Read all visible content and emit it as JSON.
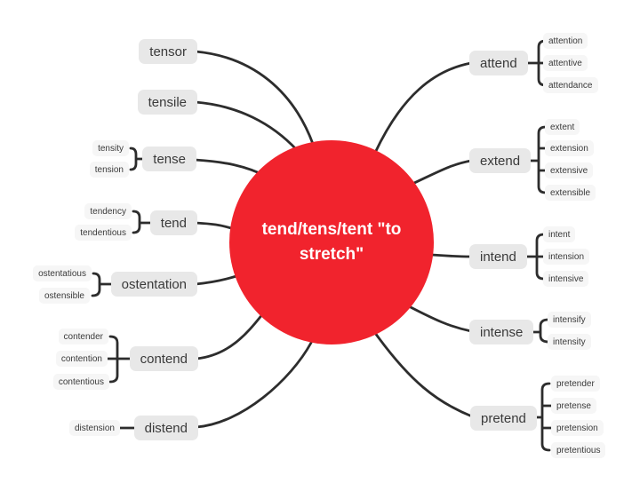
{
  "center": {
    "label": "tend/tens/tent \"to stretch\"",
    "lines": [
      "tend/tens/tent \"to",
      "stretch\""
    ]
  },
  "colors": {
    "background": "#ffffff",
    "connector_line": "#2d2d2d",
    "root_fill": "#f1232d",
    "root_text": "#ffffff",
    "main_node_fill": "#e8e8e8",
    "sub_node_fill": "#f6f6f6",
    "node_text": "#3a3a3a"
  },
  "left_branches": [
    {
      "label": "tensor",
      "children": []
    },
    {
      "label": "tensile",
      "children": []
    },
    {
      "label": "tense",
      "children": [
        "tensity",
        "tension"
      ]
    },
    {
      "label": "tend",
      "children": [
        "tendency",
        "tendentious"
      ]
    },
    {
      "label": "ostentation",
      "children": [
        "ostentatious",
        "ostensible"
      ]
    },
    {
      "label": "contend",
      "children": [
        "contender",
        "contention",
        "contentious"
      ]
    },
    {
      "label": "distend",
      "children": [
        "distension"
      ]
    }
  ],
  "right_branches": [
    {
      "label": "attend",
      "children": [
        "attention",
        "attentive",
        "attendance"
      ]
    },
    {
      "label": "extend",
      "children": [
        "extent",
        "extension",
        "extensive",
        "extensible"
      ]
    },
    {
      "label": "intend",
      "children": [
        "intent",
        "intension",
        "intensive"
      ]
    },
    {
      "label": "intense",
      "children": [
        "intensify",
        "intensity"
      ]
    },
    {
      "label": "pretend",
      "children": [
        "pretender",
        "pretense",
        "pretension",
        "pretentious"
      ]
    }
  ]
}
